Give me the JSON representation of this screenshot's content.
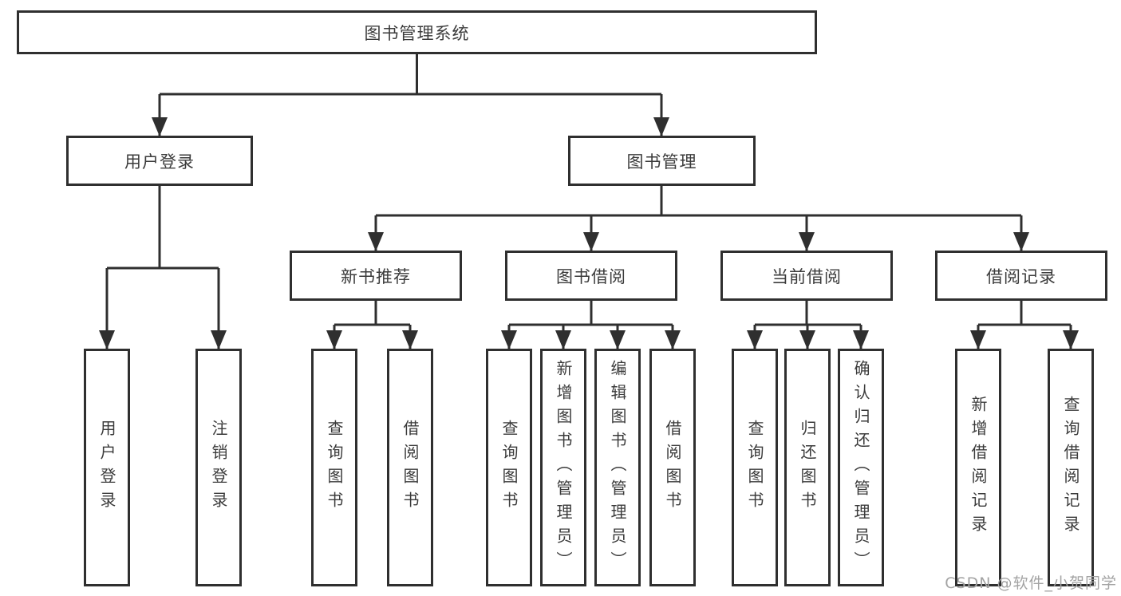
{
  "diagram": {
    "root": {
      "label": "图书管理系统"
    },
    "user_login": {
      "label": "用户登录",
      "children": [
        {
          "label": "用户登录"
        },
        {
          "label": "注销登录"
        }
      ]
    },
    "book_mgmt": {
      "label": "图书管理",
      "new_books": {
        "label": "新书推荐",
        "children": [
          {
            "label": "查询图书"
          },
          {
            "label": "借阅图书"
          }
        ]
      },
      "borrowing": {
        "label": "图书借阅",
        "children": [
          {
            "label": "查询图书"
          },
          {
            "label": "新增图书（管理员）"
          },
          {
            "label": "编辑图书（管理员）"
          },
          {
            "label": "借阅图书"
          }
        ]
      },
      "current": {
        "label": "当前借阅",
        "children": [
          {
            "label": "查询图书"
          },
          {
            "label": "归还图书"
          },
          {
            "label": "确认归还（管理员）"
          }
        ]
      },
      "records": {
        "label": "借阅记录",
        "children": [
          {
            "label": "新增借阅记录"
          },
          {
            "label": "查询借阅记录"
          }
        ]
      }
    }
  },
  "watermark": {
    "text": "CSDN @软件_小贺同学"
  },
  "colors": {
    "line": "#2f2f2f",
    "text": "#3b3b3b",
    "background": "#ffffff",
    "watermark": "#a3a3a3"
  }
}
